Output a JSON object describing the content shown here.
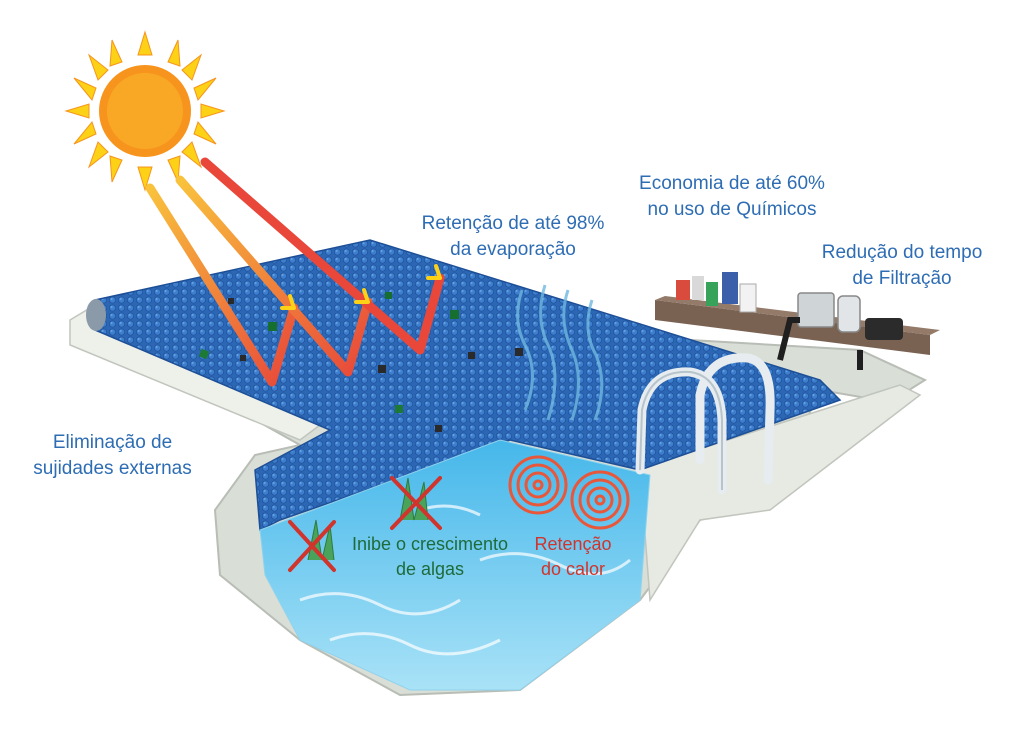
{
  "colors": {
    "label_blue": "#2e6db4",
    "label_green": "#1e6b3a",
    "label_red": "#d0342c",
    "cover_blue": "#2c67b5",
    "water_blue": "#63c8ee",
    "pool_edge": "#e8ebe4",
    "sun_orange": "#f7941d",
    "sun_yellow": "#fcd116",
    "ray_red": "#e8473a",
    "ray_yellow": "#f9c23c",
    "shelf_brown": "#7a6253"
  },
  "icons": [
    "sun-icon",
    "solar-ray-arrow",
    "steam-icon",
    "algae-icon",
    "cross-mark-icon",
    "heat-spiral-icon",
    "pool-ladder-icon",
    "filter-pump-icon",
    "chemical-bottle-icon"
  ],
  "labels": {
    "evaporation": {
      "line1": "Retenção de até 98%",
      "line2": "da evaporação"
    },
    "chemicals": {
      "line1": "Economia de até 60%",
      "line2": "no uso de Químicos"
    },
    "filtration": {
      "line1": "Redução do tempo",
      "line2": "de Filtração"
    },
    "dirt": {
      "line1": "Eliminação de",
      "line2": "sujidades externas"
    },
    "algae": {
      "line1": "Inibe o crescimento",
      "line2": "de algas"
    },
    "heat": {
      "line1": "Retenção",
      "line2": "do calor"
    }
  }
}
